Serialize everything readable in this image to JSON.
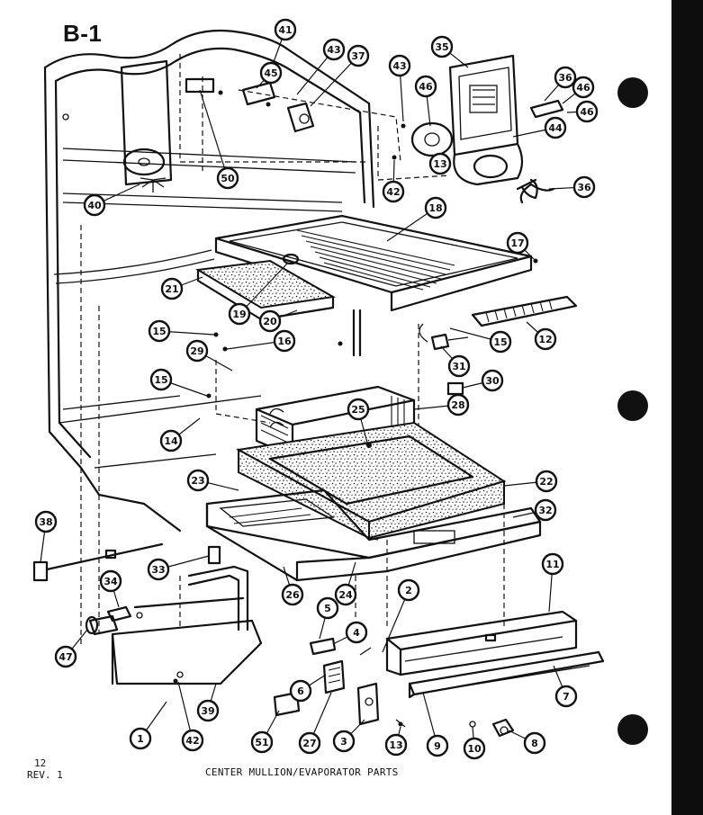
{
  "page": {
    "code": "B-1",
    "number": "12",
    "revision": "REV. 1",
    "caption": "CENTER MULLION/EVAPORATOR PARTS"
  },
  "colors": {
    "ink": "#111111",
    "paper": "#ffffff"
  },
  "callouts": [
    {
      "id": "c41",
      "label": "41"
    },
    {
      "id": "c43a",
      "label": "43"
    },
    {
      "id": "c37",
      "label": "37"
    },
    {
      "id": "c45",
      "label": "45"
    },
    {
      "id": "c43b",
      "label": "43"
    },
    {
      "id": "c35",
      "label": "35"
    },
    {
      "id": "c36a",
      "label": "36"
    },
    {
      "id": "c46a",
      "label": "46"
    },
    {
      "id": "c46b",
      "label": "46"
    },
    {
      "id": "c46c",
      "label": "46"
    },
    {
      "id": "c44",
      "label": "44"
    },
    {
      "id": "c13a",
      "label": "13"
    },
    {
      "id": "c42a",
      "label": "42"
    },
    {
      "id": "c36b",
      "label": "36"
    },
    {
      "id": "c50",
      "label": "50"
    },
    {
      "id": "c40",
      "label": "40"
    },
    {
      "id": "c18",
      "label": "18"
    },
    {
      "id": "c17",
      "label": "17"
    },
    {
      "id": "c21",
      "label": "21"
    },
    {
      "id": "c19",
      "label": "19"
    },
    {
      "id": "c20",
      "label": "20"
    },
    {
      "id": "c15a",
      "label": "15"
    },
    {
      "id": "c16",
      "label": "16"
    },
    {
      "id": "c15b",
      "label": "15"
    },
    {
      "id": "c12",
      "label": "12"
    },
    {
      "id": "c29",
      "label": "29"
    },
    {
      "id": "c31",
      "label": "31"
    },
    {
      "id": "c15c",
      "label": "15"
    },
    {
      "id": "c30",
      "label": "30"
    },
    {
      "id": "c28",
      "label": "28"
    },
    {
      "id": "c25",
      "label": "25"
    },
    {
      "id": "c14",
      "label": "14"
    },
    {
      "id": "c23",
      "label": "23"
    },
    {
      "id": "c22",
      "label": "22"
    },
    {
      "id": "c32a",
      "label": "32"
    },
    {
      "id": "c38",
      "label": "38"
    },
    {
      "id": "c33",
      "label": "33"
    },
    {
      "id": "c11",
      "label": "11"
    },
    {
      "id": "c34",
      "label": "34"
    },
    {
      "id": "c26",
      "label": "26"
    },
    {
      "id": "c24",
      "label": "24"
    },
    {
      "id": "c2",
      "label": "2"
    },
    {
      "id": "c5",
      "label": "5"
    },
    {
      "id": "c4",
      "label": "4"
    },
    {
      "id": "c47",
      "label": "47"
    },
    {
      "id": "c6",
      "label": "6"
    },
    {
      "id": "c7",
      "label": "7"
    },
    {
      "id": "c39",
      "label": "39"
    },
    {
      "id": "c51",
      "label": "51"
    },
    {
      "id": "c27",
      "label": "27"
    },
    {
      "id": "c1",
      "label": "1"
    },
    {
      "id": "c42b",
      "label": "42"
    },
    {
      "id": "c3",
      "label": "3"
    },
    {
      "id": "c13b",
      "label": "13"
    },
    {
      "id": "c9",
      "label": "9"
    },
    {
      "id": "c10",
      "label": "10"
    },
    {
      "id": "c8",
      "label": "8"
    }
  ]
}
